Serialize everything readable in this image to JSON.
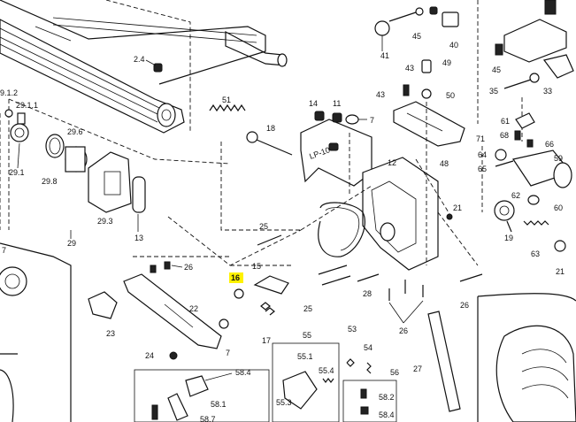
{
  "part_labels": {
    "p2_4": "2.4",
    "p51": "51",
    "p18": "18",
    "p9_1_2": "9.1.2",
    "p29_1_1": "29.1.1",
    "p29_1": "29.1",
    "p29_6": "29.6",
    "p29_8": "29.8",
    "p29_3": "29.3",
    "p29": "29",
    "p13": "13",
    "p7_top": "7",
    "p14": "14",
    "p12": "12",
    "p11": "11",
    "p45": "45",
    "p40": "40",
    "p41": "41",
    "p43_top": "43",
    "p49": "49",
    "p43_side": "43",
    "p50": "50",
    "p48": "48",
    "p35": "35",
    "p45_right": "45",
    "p33": "33",
    "p61": "61",
    "p68": "68",
    "p66": "66",
    "p71": "71",
    "p64": "64",
    "p65": "65",
    "p59": "59",
    "p62": "62",
    "p60": "60",
    "p19": "19",
    "p63": "63",
    "p21": "21",
    "p26_right": "26",
    "p26_top": "26",
    "p22": "22",
    "p23": "23",
    "p24": "24",
    "p7_mid": "7",
    "p25_top": "25",
    "p15": "15",
    "p16": "16",
    "p17": "17",
    "p25_mid": "25",
    "p28": "28",
    "p26_mid": "26",
    "p27": "27",
    "p55": "55",
    "p55_1": "55.1",
    "p55_4": "55.4",
    "p55_3": "55.3",
    "p53": "53",
    "p54": "54",
    "p56": "56",
    "p58_2": "58.2",
    "p58_4_right": "58.4",
    "p58_4_left": "58.4",
    "p58_1": "58.1",
    "p58_7": "58.7",
    "p7_left": "7",
    "stamp_lp10": "LP-10"
  },
  "highlight": {
    "part": "16",
    "color": "#fff200"
  }
}
